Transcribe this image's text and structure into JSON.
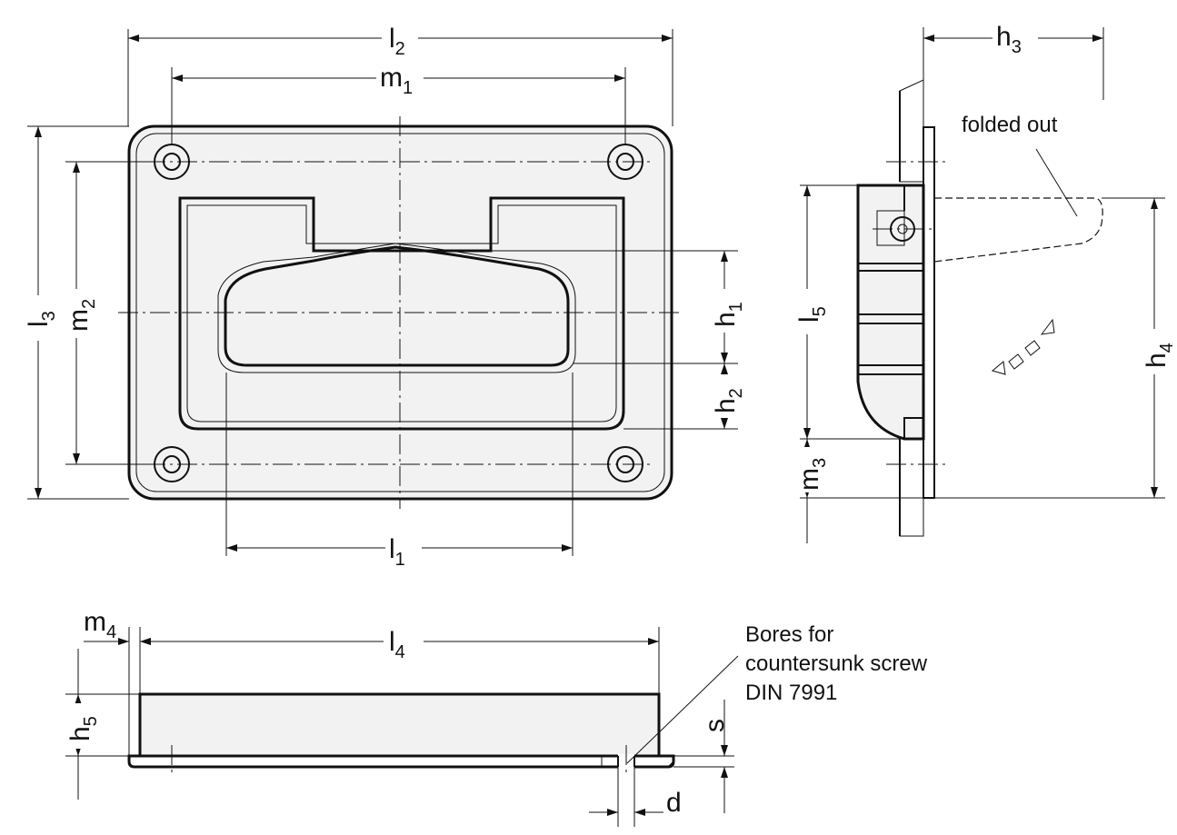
{
  "dimensions": {
    "l2": {
      "base": "l",
      "sub": "2"
    },
    "m1": {
      "base": "m",
      "sub": "1"
    },
    "l3": {
      "base": "l",
      "sub": "3"
    },
    "m2": {
      "base": "m",
      "sub": "2"
    },
    "l1": {
      "base": "l",
      "sub": "1"
    },
    "h1": {
      "base": "h",
      "sub": "1"
    },
    "h2": {
      "base": "h",
      "sub": "2"
    },
    "h3": {
      "base": "h",
      "sub": "3"
    },
    "h4": {
      "base": "h",
      "sub": "4"
    },
    "l5": {
      "base": "l",
      "sub": "5"
    },
    "m3": {
      "base": "m",
      "sub": "3"
    },
    "m4": {
      "base": "m",
      "sub": "4"
    },
    "l4": {
      "base": "l",
      "sub": "4"
    },
    "h5": {
      "base": "h",
      "sub": "5"
    },
    "s": {
      "base": "s",
      "sub": ""
    },
    "d": {
      "base": "d",
      "sub": ""
    }
  },
  "annotations": {
    "folded_out": "folded out",
    "bores_line1": "Bores for",
    "bores_line2": "countersunk screw",
    "bores_line3": "DIN 7991"
  }
}
